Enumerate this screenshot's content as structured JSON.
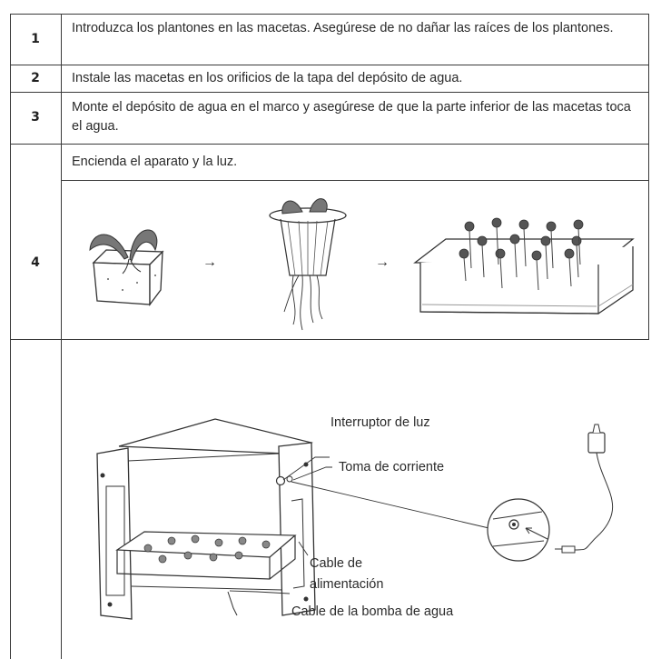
{
  "steps": [
    {
      "number": "1",
      "text": "Introduzca los plantones en las macetas. Asegúrese de no dañar las raíces de los plantones."
    },
    {
      "number": "2",
      "text": "Instale las macetas en los orificios de la tapa del depósito de agua."
    },
    {
      "number": "3",
      "text": "Monte el depósito de agua en el marco y asegúrese de que la parte inferior de las macetas toca el agua."
    },
    {
      "number": "4",
      "text": "Encienda el aparato y la luz."
    }
  ],
  "diagram_labels": {
    "light_switch": "Interruptor de luz",
    "power_socket": "Toma de corriente",
    "power_cable_line1": "Cable de",
    "power_cable_line2": "alimentación",
    "pump_cable": "Cable de la bomba de agua"
  },
  "arrow_glyph": "→"
}
